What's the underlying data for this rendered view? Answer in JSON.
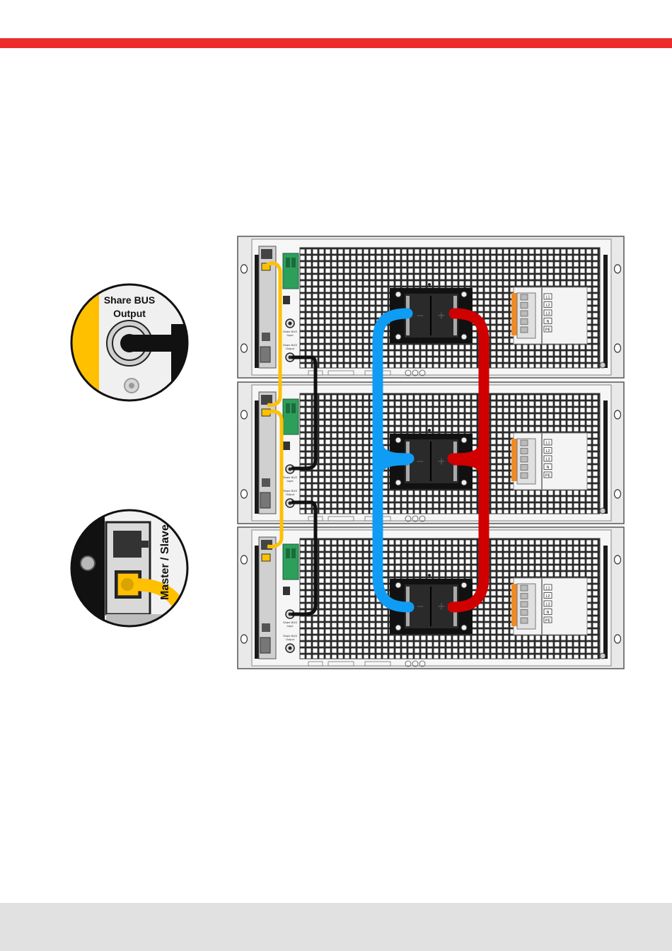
{
  "colors": {
    "accent_red": "#ee2b2b",
    "footer_gray": "#e1e1e1",
    "cable_yellow": "#ffc000",
    "cable_blue": "#0f9cf5",
    "cable_red": "#d00000",
    "cable_black": "#111111",
    "terminal_green": "#2e9e5b",
    "terminal_orange": "#f08a24"
  },
  "callouts": {
    "share_bus": {
      "line1": "Share BUS",
      "line2": "Output"
    },
    "master_slave": {
      "label": "Master / Slave"
    }
  },
  "units": [
    {
      "share_in": [
        "Share BUS",
        "Input"
      ],
      "share_out": [
        "Share BUS",
        "Output"
      ],
      "dc": {
        "minus": "−",
        "plus": "+"
      },
      "ac": [
        "L1",
        "L2",
        "L3",
        "N",
        "PE"
      ]
    },
    {
      "share_in": [
        "Share BUS",
        "Input"
      ],
      "share_out": [
        "Share BUS",
        "Output"
      ],
      "dc": {
        "minus": "−",
        "plus": "+"
      },
      "ac": [
        "L1",
        "L2",
        "L3",
        "N",
        "PE"
      ]
    },
    {
      "share_in": [
        "Share BUS",
        "Input"
      ],
      "share_out": [
        "Share BUS",
        "Output"
      ],
      "dc": {
        "minus": "−",
        "plus": "+"
      },
      "ac": [
        "L1",
        "L2",
        "L3",
        "N",
        "PE"
      ]
    }
  ]
}
